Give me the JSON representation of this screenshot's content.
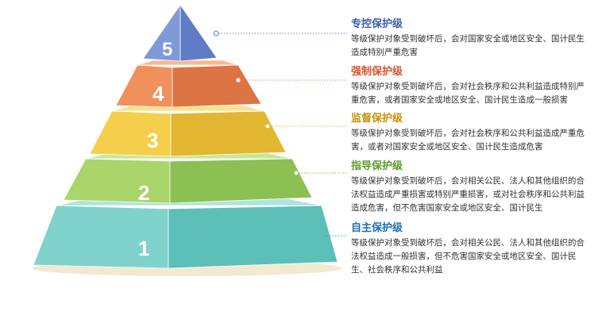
{
  "levels": [
    {
      "number": "5",
      "title": "专控保护级",
      "desc": "等级保护对象受到破坏后，会对国家安全或地区安全、国计民生造成特别严重危害",
      "title_color": "#3a5fb0",
      "front": "#7f9ad8",
      "side": "#5f7cc4",
      "top": "#a9bde9",
      "connector": "#5b7fd0"
    },
    {
      "number": "4",
      "title": "强制保护级",
      "desc": "等级保护对象受到破坏后，会对社会秩序和公共利益造成特别严重危害，或者国家安全或地区安全、国计民生造成一般损害",
      "title_color": "#d8562a",
      "front": "#f0905a",
      "side": "#dc7444",
      "top": "#f7b98e",
      "connector": "#e6864f"
    },
    {
      "number": "3",
      "title": "监督保护级",
      "desc": "等级保护对象受到破坏后，会对社会秩序和公共利益造成严重危害，或者对国家安全或地区安全、国计民生造成危害",
      "title_color": "#c9920d",
      "front": "#f5cf4c",
      "side": "#e3b631",
      "top": "#f8e28c",
      "connector": "#e0b43a"
    },
    {
      "number": "2",
      "title": "指导保护级",
      "desc": "等级保护对象受到破坏后，会对相关公民、法人和其他组织的合法权益造成严重损害或特别严重损害，或对社会秩序和公共利益造成危害，但不危害国家安全或地区安全、国计民生",
      "title_color": "#5b9c2e",
      "front": "#a9d56a",
      "side": "#8cc052",
      "top": "#c9e59a",
      "connector": "#8cc052"
    },
    {
      "number": "1",
      "title": "自主保护级",
      "desc": "等级保护对象受到破坏后，会对相关公民、法人和其他组织的合法权益造成一般损害，但不危害国家安全或地区安全、国计民生、社会秩序和公共利益",
      "title_color": "#1f6fb0",
      "front": "#7fd3cc",
      "side": "#5cbfb8",
      "top": "#aee4de",
      "connector": "#3a8fbf"
    }
  ]
}
